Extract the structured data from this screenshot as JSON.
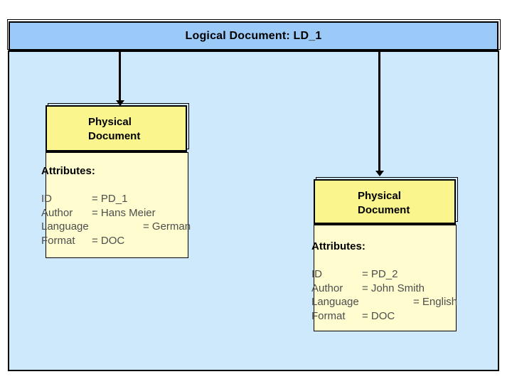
{
  "diagram": {
    "title": "Logical Document: LD_1",
    "boxes": [
      {
        "header_line1": "Physical",
        "header_line2": "Document",
        "attributes_label": "Attributes:",
        "attributes": [
          {
            "name": "ID",
            "value": "= PD_1",
            "wide": false
          },
          {
            "name": "Author",
            "value": "= Hans Meier",
            "wide": false
          },
          {
            "name": "Language",
            "value": "= German",
            "wide": true
          },
          {
            "name": "Format",
            "value": "= DOC",
            "wide": false
          }
        ]
      },
      {
        "header_line1": "Physical",
        "header_line2": "Document",
        "attributes_label": "Attributes:",
        "attributes": [
          {
            "name": "ID",
            "value": "= PD_2",
            "wide": false
          },
          {
            "name": "Author",
            "value": "= John Smith",
            "wide": false
          },
          {
            "name": "Language",
            "value": "= English",
            "wide": true
          },
          {
            "name": "Format",
            "value": "= DOC",
            "wide": false
          }
        ]
      }
    ],
    "colors": {
      "bar_fill": "#9CCAF8",
      "main_fill": "#CDE9FB",
      "box_header_fill": "#FAF58C",
      "box_body_fill": "#FFFDD0",
      "attr_text": "#4D4D4D",
      "line_color": "#000000"
    }
  }
}
